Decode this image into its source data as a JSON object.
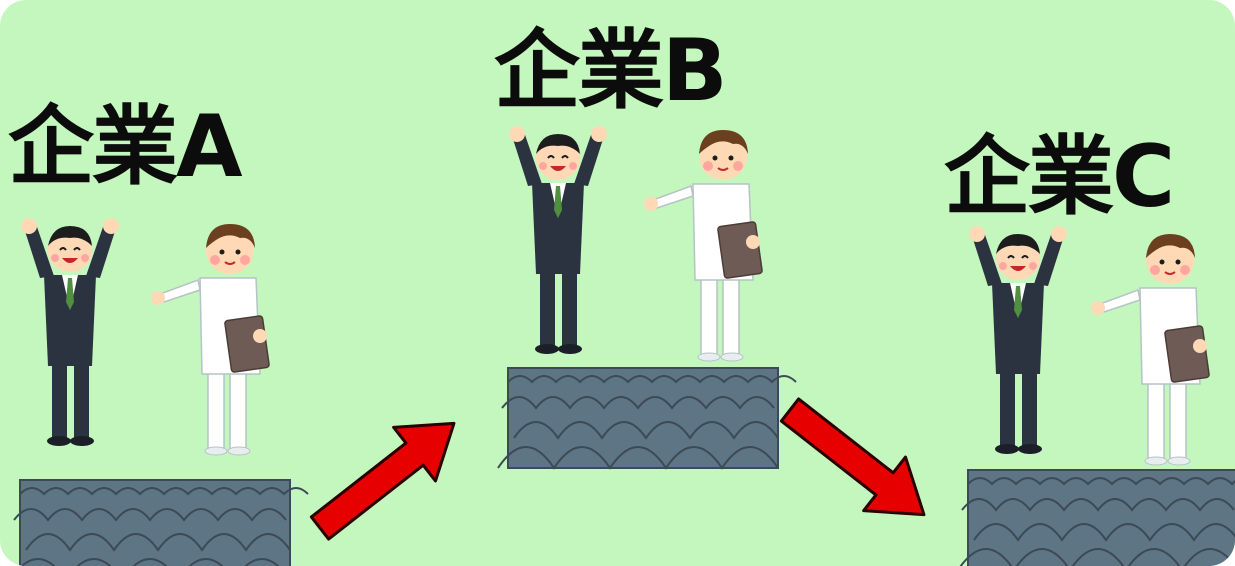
{
  "companies": [
    {
      "label": "企業A"
    },
    {
      "label": "企業B"
    },
    {
      "label": "企業C"
    }
  ],
  "colors": {
    "background": "#c3f7be",
    "crowd": "#5e7585",
    "arrow": "#e60000",
    "suit": "#2c3340",
    "tie": "#4f8f3f",
    "uniform": "#ffffff",
    "clipboard": "#6e5b55"
  },
  "icons": [
    "businessman-cheering-icon",
    "nurse-pointing-icon",
    "crowd-platform-icon",
    "arrow-up-right-icon",
    "arrow-down-right-icon"
  ]
}
